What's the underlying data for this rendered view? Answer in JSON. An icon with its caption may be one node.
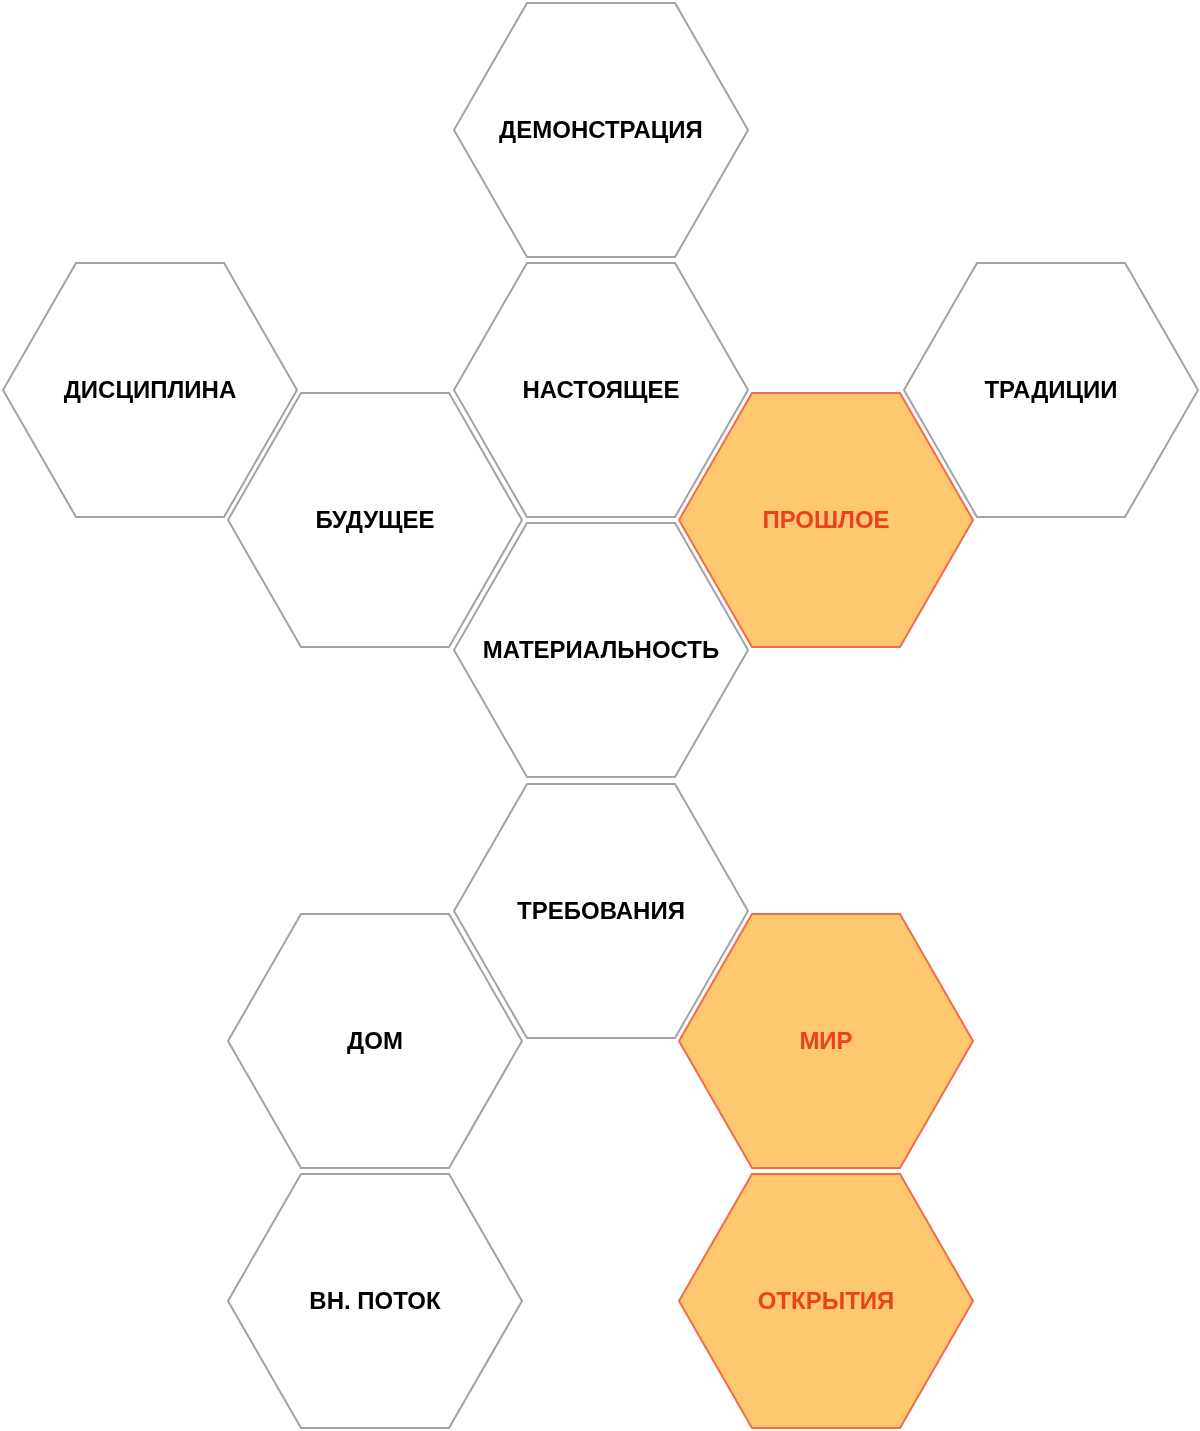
{
  "diagram": {
    "nodes": [
      {
        "text": [
          "ДЕМОНСТРАЦИЯ"
        ]
      },
      {
        "text": [
          "ДИСЦИПЛИНА"
        ]
      },
      {
        "text": [
          "НАСТОЯЩЕЕ"
        ]
      },
      {
        "text": [
          "ТРАДИЦИИ"
        ]
      },
      {
        "text": [
          "БУДУЩЕЕ"
        ]
      },
      {
        "text": [
          "ПРОШЛОЕ"
        ]
      },
      {
        "text": [
          "МАТЕРИАЛЬНОСТЬ"
        ]
      },
      {
        "text": [
          "ТРЕБОВАНИЯ"
        ]
      },
      {
        "text": [
          "ДОМ"
        ]
      },
      {
        "text": [
          "МИР"
        ]
      },
      {
        "text": [
          "ВН. ПОТОК"
        ]
      },
      {
        "text": [
          "ОТКРЫТИЯ"
        ]
      }
    ]
  }
}
